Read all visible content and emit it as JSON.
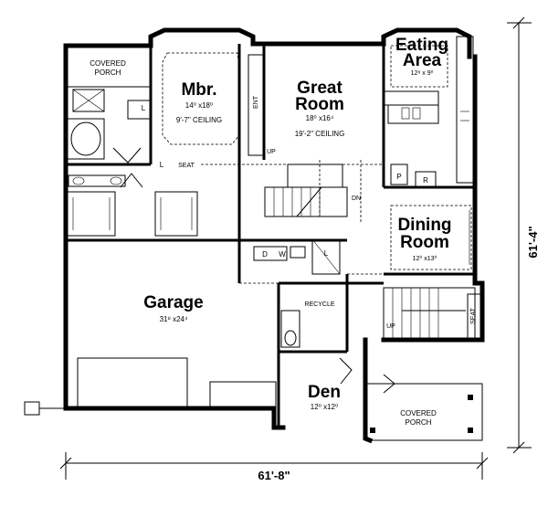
{
  "rooms": {
    "covered_porch_top": {
      "line1": "COVERED",
      "line2": "PORCH"
    },
    "master": {
      "name": "Mbr.",
      "size": "14⁰ x18⁰",
      "ceiling": "9'-7\" CEILING"
    },
    "great_room": {
      "line1": "Great",
      "line2": "Room",
      "size": "18⁰ x16⁴",
      "ceiling": "19'-2\" CEILING"
    },
    "eating_area": {
      "line1": "Eating",
      "line2": "Area",
      "size": "12⁸ x 9⁰"
    },
    "dining_room": {
      "line1": "Dining",
      "line2": "Room",
      "size": "12⁰ x13⁰"
    },
    "garage": {
      "name": "Garage",
      "size": "31⁸ x24⁴"
    },
    "den": {
      "name": "Den",
      "size": "12⁰ x12⁰"
    },
    "covered_porch_front": {
      "line1": "COVERED",
      "line2": "PORCH"
    }
  },
  "labels": {
    "ent": "ENT",
    "up_stair": "UP",
    "dn_stair": "DN",
    "up_front": "UP",
    "seat_master": "SEAT",
    "seat_entry": "SEAT",
    "linen_master": "L",
    "linen_bath": "L",
    "linen_laundry": "L",
    "dryer": "D",
    "washer": "W",
    "recycle": "RECYCLE",
    "pantry": "P",
    "refrigerator": "R"
  },
  "dimensions": {
    "width": "61'-8\"",
    "depth": "61'-4\""
  }
}
